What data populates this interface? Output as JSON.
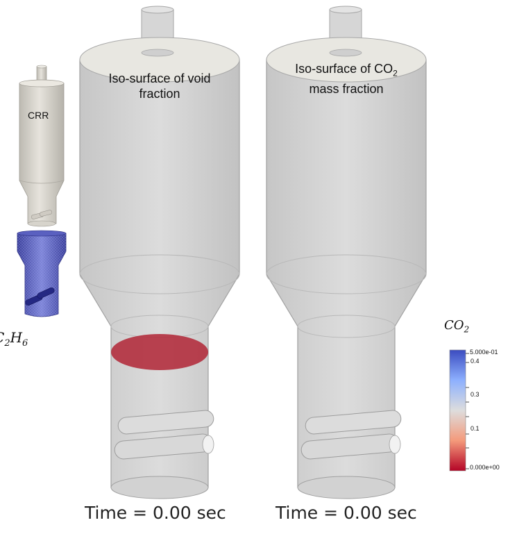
{
  "mini_reactor": {
    "label": "CRR",
    "species_cut_text": "C",
    "species_subscripts": [
      "2",
      "6"
    ],
    "species_mid": "H"
  },
  "panels": [
    {
      "title_line1": "Iso-surface of void",
      "title_line2": "fraction",
      "time_label": "Time = ",
      "time_value": "0.00",
      "time_unit": " sec",
      "iso_color": "#b22a3a"
    },
    {
      "title_line1": "Iso-surface of CO",
      "title_sub": "2",
      "title_line2": "mass fraction",
      "time_label": "Time = ",
      "time_value": "0.00",
      "time_unit": " sec"
    }
  ],
  "colorbar": {
    "title": "CO",
    "title_sub": "2",
    "max_label": "5.000e-01",
    "min_label": "0.000e+00",
    "ticks": [
      "0.4",
      "0.3",
      "0.1"
    ],
    "colors": {
      "top": "#3b4cc0",
      "mid": "#dddddd",
      "bottom": "#b40426"
    }
  }
}
